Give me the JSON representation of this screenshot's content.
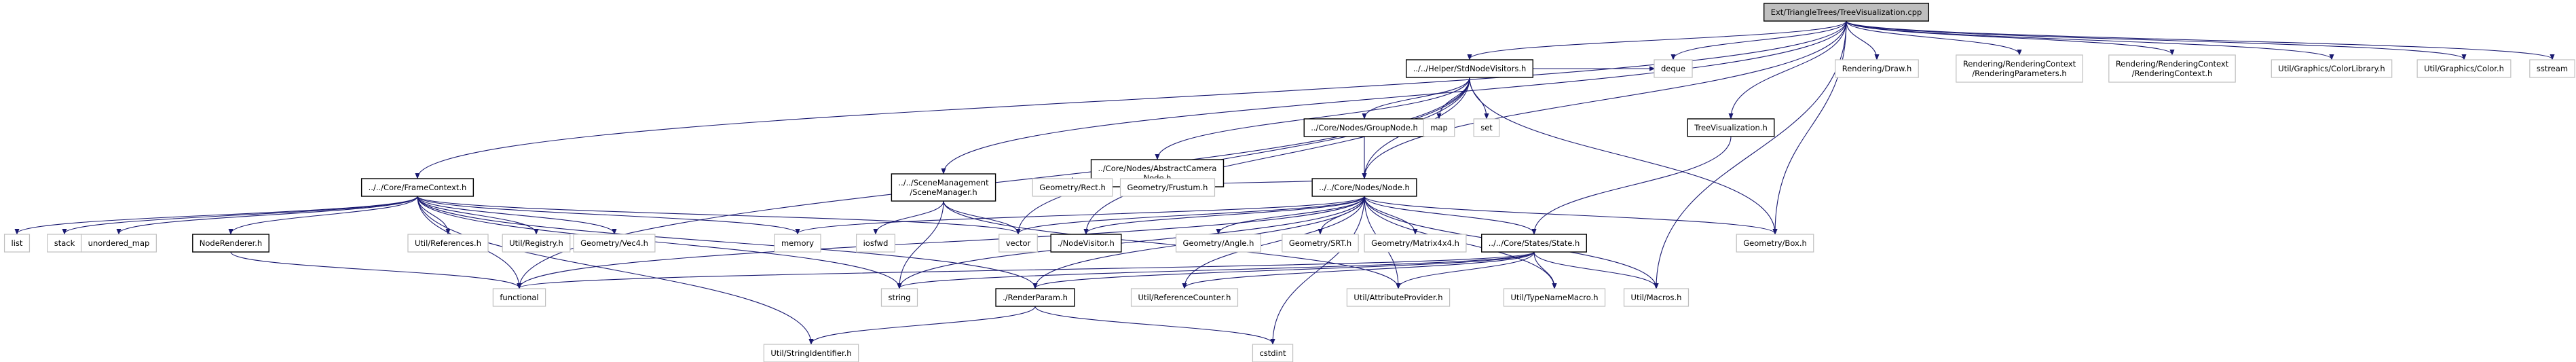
{
  "diagram": {
    "nodes": [
      {
        "id": "root",
        "lines": [
          "Ext/TriangleTrees/TreeVisualization.cpp"
        ],
        "style": "root"
      },
      {
        "id": "helper",
        "lines": [
          "../../Helper/StdNodeVisitors.h"
        ],
        "style": "framed"
      },
      {
        "id": "deque",
        "lines": [
          "deque"
        ],
        "style": "plain"
      },
      {
        "id": "draw",
        "lines": [
          "Rendering/Draw.h"
        ],
        "style": "plain"
      },
      {
        "id": "rparams",
        "lines": [
          "Rendering/RenderingContext",
          "/RenderingParameters.h"
        ],
        "style": "plain"
      },
      {
        "id": "rctx",
        "lines": [
          "Rendering/RenderingContext",
          "/RenderingContext.h"
        ],
        "style": "plain"
      },
      {
        "id": "colorlib",
        "lines": [
          "Util/Graphics/ColorLibrary.h"
        ],
        "style": "plain"
      },
      {
        "id": "color",
        "lines": [
          "Util/Graphics/Color.h"
        ],
        "style": "plain"
      },
      {
        "id": "sstream",
        "lines": [
          "sstream"
        ],
        "style": "plain"
      },
      {
        "id": "abscam",
        "lines": [
          "../Core/Nodes/AbstractCamera",
          "Node.h"
        ],
        "style": "framed"
      },
      {
        "id": "groupnode",
        "lines": [
          "../Core/Nodes/GroupNode.h"
        ],
        "style": "framed"
      },
      {
        "id": "map",
        "lines": [
          "map"
        ],
        "style": "plain"
      },
      {
        "id": "set",
        "lines": [
          "set"
        ],
        "style": "plain"
      },
      {
        "id": "treevis",
        "lines": [
          "TreeVisualization.h"
        ],
        "style": "framed"
      },
      {
        "id": "rect",
        "lines": [
          "Geometry/Rect.h"
        ],
        "style": "plain"
      },
      {
        "id": "frustum",
        "lines": [
          "Geometry/Frustum.h"
        ],
        "style": "plain"
      },
      {
        "id": "framectx",
        "lines": [
          "../../Core/FrameContext.h"
        ],
        "style": "framed"
      },
      {
        "id": "scenemgr",
        "lines": [
          "../../SceneManagement",
          "/SceneManager.h"
        ],
        "style": "framed"
      },
      {
        "id": "node",
        "lines": [
          "../../Core/Nodes/Node.h"
        ],
        "style": "framed"
      },
      {
        "id": "list",
        "lines": [
          "list"
        ],
        "style": "plain"
      },
      {
        "id": "stack",
        "lines": [
          "stack"
        ],
        "style": "plain"
      },
      {
        "id": "umap",
        "lines": [
          "unordered_map"
        ],
        "style": "plain"
      },
      {
        "id": "noderenderer",
        "lines": [
          "NodeRenderer.h"
        ],
        "style": "framed"
      },
      {
        "id": "utilrefs",
        "lines": [
          "Util/References.h"
        ],
        "style": "plain"
      },
      {
        "id": "utilreg",
        "lines": [
          "Util/Registry.h"
        ],
        "style": "plain"
      },
      {
        "id": "vec4",
        "lines": [
          "Geometry/Vec4.h"
        ],
        "style": "plain"
      },
      {
        "id": "memory",
        "lines": [
          "memory"
        ],
        "style": "plain"
      },
      {
        "id": "iosfwd",
        "lines": [
          "iosfwd"
        ],
        "style": "plain"
      },
      {
        "id": "vector",
        "lines": [
          "vector"
        ],
        "style": "plain"
      },
      {
        "id": "nodevisitor",
        "lines": [
          "./NodeVisitor.h"
        ],
        "style": "framed"
      },
      {
        "id": "angle",
        "lines": [
          "Geometry/Angle.h"
        ],
        "style": "plain"
      },
      {
        "id": "srt",
        "lines": [
          "Geometry/SRT.h"
        ],
        "style": "plain"
      },
      {
        "id": "matrix",
        "lines": [
          "Geometry/Matrix4x4.h"
        ],
        "style": "plain"
      },
      {
        "id": "state",
        "lines": [
          "../../Core/States/State.h"
        ],
        "style": "framed"
      },
      {
        "id": "box",
        "lines": [
          "Geometry/Box.h"
        ],
        "style": "plain"
      },
      {
        "id": "functional",
        "lines": [
          "functional"
        ],
        "style": "plain"
      },
      {
        "id": "string",
        "lines": [
          "string"
        ],
        "style": "plain"
      },
      {
        "id": "renderparam",
        "lines": [
          "./RenderParam.h"
        ],
        "style": "framed"
      },
      {
        "id": "refcounter",
        "lines": [
          "Util/ReferenceCounter.h"
        ],
        "style": "plain"
      },
      {
        "id": "attrprov",
        "lines": [
          "Util/AttributeProvider.h"
        ],
        "style": "plain"
      },
      {
        "id": "typename",
        "lines": [
          "Util/TypeNameMacro.h"
        ],
        "style": "plain"
      },
      {
        "id": "macros",
        "lines": [
          "Util/Macros.h"
        ],
        "style": "plain"
      },
      {
        "id": "strident",
        "lines": [
          "Util/StringIdentifier.h"
        ],
        "style": "plain"
      },
      {
        "id": "cstdint",
        "lines": [
          "cstdint"
        ],
        "style": "plain"
      }
    ],
    "edges": [
      [
        "root",
        "helper"
      ],
      [
        "root",
        "deque"
      ],
      [
        "root",
        "draw"
      ],
      [
        "root",
        "rparams"
      ],
      [
        "root",
        "rctx"
      ],
      [
        "root",
        "colorlib"
      ],
      [
        "root",
        "color"
      ],
      [
        "root",
        "sstream"
      ],
      [
        "root",
        "treevis"
      ],
      [
        "root",
        "box"
      ],
      [
        "root",
        "framectx"
      ],
      [
        "root",
        "scenemgr"
      ],
      [
        "root",
        "node"
      ],
      [
        "root",
        "macros"
      ],
      [
        "helper",
        "abscam"
      ],
      [
        "helper",
        "groupnode"
      ],
      [
        "helper",
        "map"
      ],
      [
        "helper",
        "set"
      ],
      [
        "helper",
        "deque"
      ],
      [
        "helper",
        "node"
      ],
      [
        "helper",
        "box"
      ],
      [
        "helper",
        "functional"
      ],
      [
        "helper",
        "nodevisitor"
      ],
      [
        "helper",
        "vector"
      ],
      [
        "abscam",
        "rect"
      ],
      [
        "abscam",
        "frustum"
      ],
      [
        "abscam",
        "node"
      ],
      [
        "groupnode",
        "node"
      ],
      [
        "treevis",
        "state"
      ],
      [
        "framectx",
        "list"
      ],
      [
        "framectx",
        "stack"
      ],
      [
        "framectx",
        "umap"
      ],
      [
        "framectx",
        "noderenderer"
      ],
      [
        "framectx",
        "utilrefs"
      ],
      [
        "framectx",
        "utilreg"
      ],
      [
        "framectx",
        "vec4"
      ],
      [
        "framectx",
        "memory"
      ],
      [
        "framectx",
        "vector"
      ],
      [
        "framectx",
        "functional"
      ],
      [
        "framectx",
        "string"
      ],
      [
        "framectx",
        "renderparam"
      ],
      [
        "framectx",
        "strident"
      ],
      [
        "noderenderer",
        "functional"
      ],
      [
        "scenemgr",
        "iosfwd"
      ],
      [
        "scenemgr",
        "vector"
      ],
      [
        "scenemgr",
        "string"
      ],
      [
        "scenemgr",
        "attrprov"
      ],
      [
        "node",
        "memory"
      ],
      [
        "node",
        "vector"
      ],
      [
        "node",
        "nodevisitor"
      ],
      [
        "node",
        "angle"
      ],
      [
        "node",
        "srt"
      ],
      [
        "node",
        "matrix"
      ],
      [
        "node",
        "state"
      ],
      [
        "node",
        "box"
      ],
      [
        "node",
        "functional"
      ],
      [
        "node",
        "string"
      ],
      [
        "node",
        "renderparam"
      ],
      [
        "node",
        "refcounter"
      ],
      [
        "node",
        "attrprov"
      ],
      [
        "node",
        "typename"
      ],
      [
        "node",
        "macros"
      ],
      [
        "node",
        "cstdint"
      ],
      [
        "state",
        "functional"
      ],
      [
        "state",
        "string"
      ],
      [
        "state",
        "renderparam"
      ],
      [
        "state",
        "refcounter"
      ],
      [
        "state",
        "attrprov"
      ],
      [
        "state",
        "typename"
      ],
      [
        "state",
        "macros"
      ],
      [
        "renderparam",
        "strident"
      ],
      [
        "renderparam",
        "cstdint"
      ]
    ]
  }
}
